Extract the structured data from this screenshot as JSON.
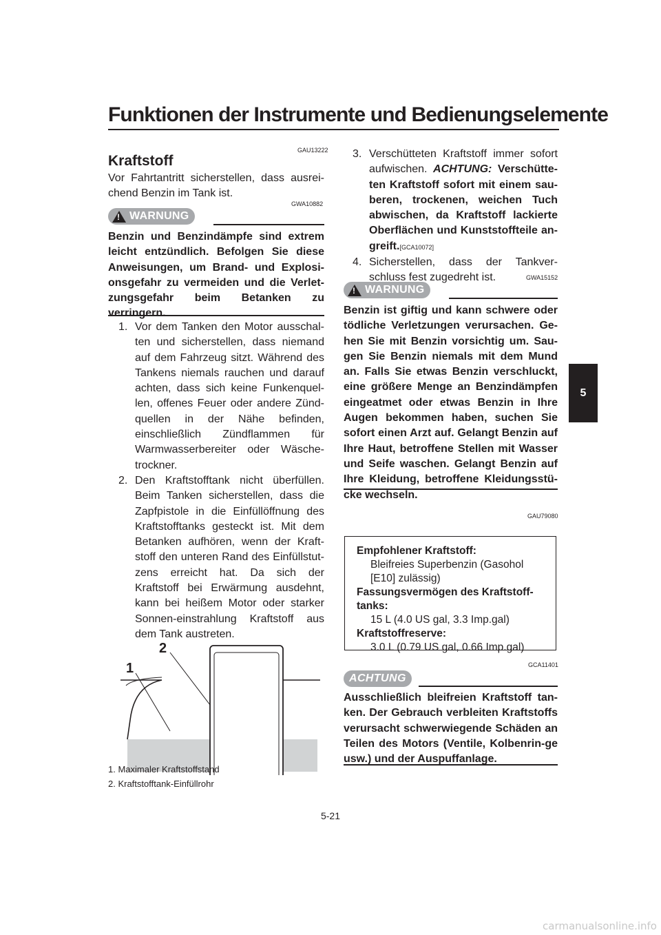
{
  "header": {
    "title": "Funktionen der Instrumente und Bedienungselemente"
  },
  "section": {
    "code": "GAU13222",
    "heading": "Kraftstoff",
    "intro": "Vor Fahrtantritt sicherstellen, dass ausrei-chend Benzin im Tank ist."
  },
  "warning1": {
    "code": "GWA10882",
    "label": "WARNUNG",
    "text": "Benzin und Benzindämpfe sind extrem leicht entzündlich. Befolgen Sie diese Anweisungen, um Brand- und Explosi-onsgefahr zu vermeiden und die Verlet-zungsgefahr beim Betanken zu verringern."
  },
  "steps": [
    {
      "num": "1.",
      "text": "Vor dem Tanken den Motor ausschal-ten und sicherstellen, dass niemand auf dem Fahrzeug sitzt. Während des Tankens niemals rauchen und darauf achten, dass sich keine Funkenquel-len, offenes Feuer oder andere Zünd-quellen in der Nähe befinden, einschließlich Zündflammen für Warmwasserbereiter oder Wäsche-trockner."
    },
    {
      "num": "2.",
      "text": "Den Kraftstofftank nicht überfüllen. Beim Tanken sicherstellen, dass die Zapfpistole in die Einfüllöffnung des Kraftstofftanks gesteckt ist. Mit dem Betanken aufhören, wenn der Kraft-stoff den unteren Rand des Einfüllstut-zens erreicht hat. Da sich der Kraftstoff bei Erwärmung ausdehnt, kann bei heißem Motor oder starker Sonnen-einstrahlung Kraftstoff aus dem Tank austreten."
    },
    {
      "num": "3.",
      "text_before": "Verschütteten Kraftstoff immer sofort aufwischen. ",
      "achtung_label": "ACHTUNG:",
      "achtung_text": " Verschütte-ten Kraftstoff sofort mit einem sau-beren, trockenen, weichen Tuch abwischen, da Kraftstoff lackierte Oberflächen und Kunststoffteile an-greift.",
      "ref": "[GCA10072]"
    },
    {
      "num": "4.",
      "text": "Sicherstellen, dass der Tankver-schluss fest zugedreht ist."
    }
  ],
  "figure": {
    "callout1": "1",
    "callout2": "2",
    "captions": [
      "1.  Maximaler Kraftstoffstand",
      "2.  Kraftstofftank-Einfüllrohr"
    ]
  },
  "warning2": {
    "code": "GWA15152",
    "label": "WARNUNG",
    "text": "Benzin ist giftig und kann schwere oder tödliche Verletzungen verursachen. Ge-hen Sie mit Benzin vorsichtig um. Sau-gen Sie Benzin niemals mit dem Mund an. Falls Sie etwas Benzin verschluckt, eine größere Menge an Benzindämpfen eingeatmet oder etwas Benzin in Ihre Augen bekommen haben, suchen Sie sofort einen Arzt auf. Gelangt Benzin auf Ihre Haut, betroffene Stellen mit Wasser und Seife waschen. Gelangt Benzin auf Ihre Kleidung, betroffene Kleidungsstü-cke wechseln."
  },
  "spec": {
    "code": "GAU79080",
    "fuel_label": "Empfohlener Kraftstoff:",
    "fuel_value_1": "Bleifreies Superbenzin (Gasohol",
    "fuel_value_2": "[E10] zulässig)",
    "capacity_label_1": "Fassungsvermögen des Kraftstoff-",
    "capacity_label_2": "tanks:",
    "capacity_value": "15 L (4.0 US gal, 3.3 Imp.gal)",
    "reserve_label": "Kraftstoffreserve:",
    "reserve_value": "3.0 L (0.79 US gal, 0.66 Imp.gal)"
  },
  "notice": {
    "code": "GCA11401",
    "label": "ACHTUNG",
    "text": "Ausschließlich bleifreien Kraftstoff tan-ken. Der Gebrauch verbleiten Kraftstoffs verursacht schwerwiegende Schäden an Teilen des Motors (Ventile, Kolbenrin-ge usw.) und der Auspuffanlage."
  },
  "side_tab": "5",
  "page_number": "5-21",
  "watermark": "carmanualsonline.info"
}
